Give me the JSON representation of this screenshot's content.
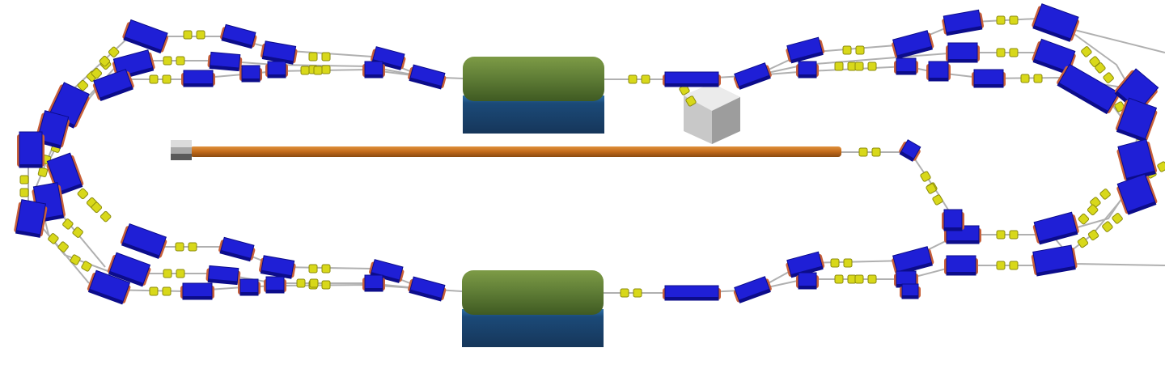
{
  "diagram": {
    "subject": "",
    "colors": {
      "background": "#ffffff",
      "beamline": "#a9a9a9",
      "magnet": "#1f1fd6",
      "magnet_dark": "#0c0c8a",
      "coil": "#c8613a",
      "quad": "#d8d81a",
      "quad_dark": "#8b8b0c",
      "cavity": "#5e7d34",
      "cavity_light": "#86a24f",
      "cavity_base": "#17395c",
      "cavity_base_top": "#2a6aa1",
      "linac": "#c46b1a",
      "linac_dark": "#8a4a10",
      "box": "#cfcfcf",
      "box_dark": "#9a9a9a"
    },
    "components": [
      "dipole-magnet",
      "quadrupole",
      "rf-cavity",
      "linac-pipe",
      "beam-dump-box",
      "injector-cube"
    ]
  }
}
